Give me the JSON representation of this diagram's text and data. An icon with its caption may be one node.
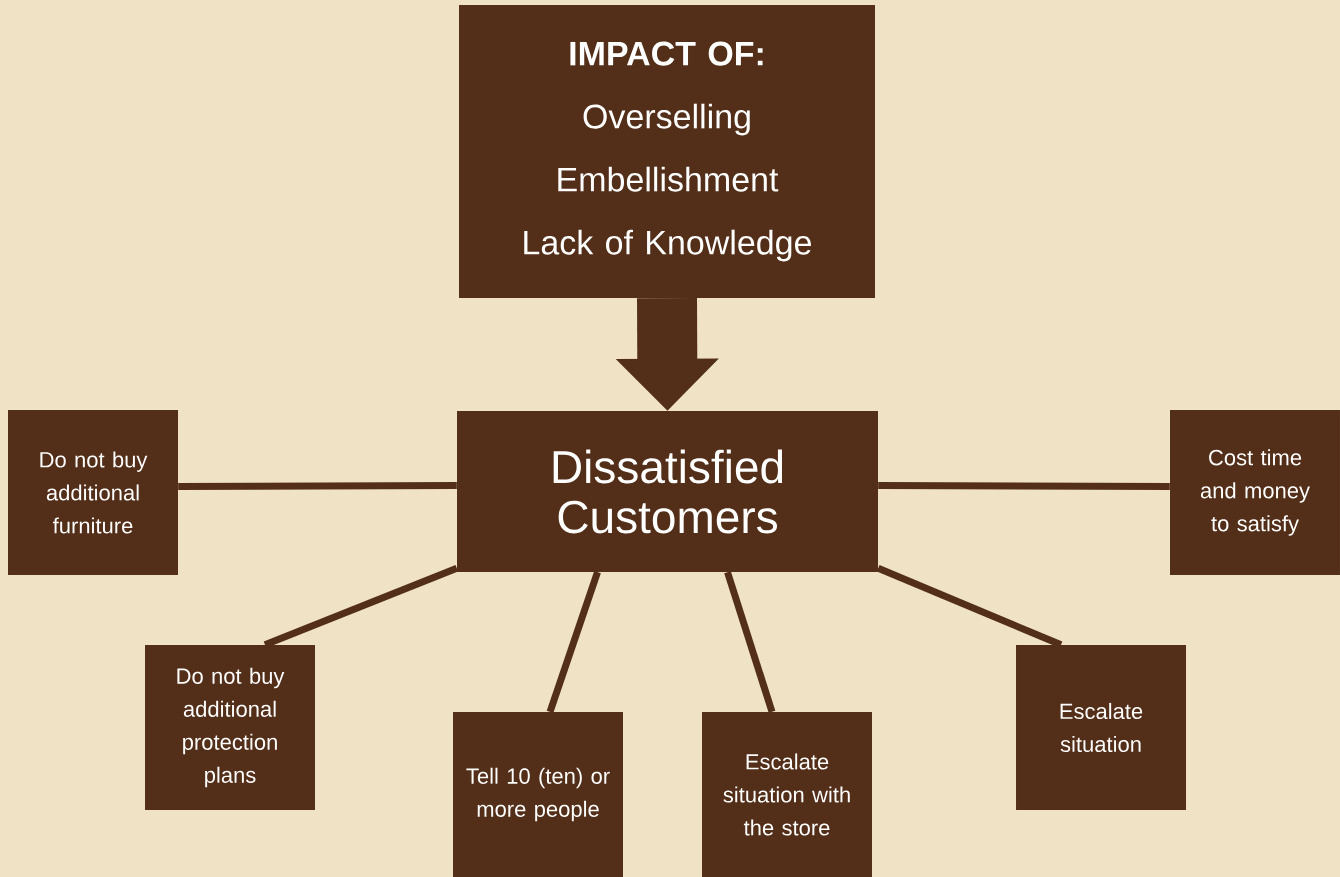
{
  "diagram": {
    "nodes": [
      {
        "text": [
          "IMPACT OF:",
          "Overselling",
          "Embellishment",
          "Lack of Knowledge"
        ]
      },
      {
        "text": [
          "Dissatisfied Customers"
        ]
      },
      {
        "text": [
          "Do not buy additional furniture"
        ]
      },
      {
        "text": [
          "Cost time and money to satisfy"
        ]
      },
      {
        "text": [
          "Do not buy additional protection plans"
        ]
      },
      {
        "text": [
          "Tell 10 (ten) or more people"
        ]
      },
      {
        "text": [
          "Escalate situation with the store"
        ]
      },
      {
        "text": [
          "Escalate situation"
        ]
      }
    ],
    "edges": [
      {
        "from": 0,
        "to": 1,
        "arrow": "to",
        "style": "thick"
      },
      {
        "from": 1,
        "to": 2,
        "arrow": "none"
      },
      {
        "from": 1,
        "to": 3,
        "arrow": "none"
      },
      {
        "from": 1,
        "to": 4,
        "arrow": "none"
      },
      {
        "from": 1,
        "to": 5,
        "arrow": "none"
      },
      {
        "from": 1,
        "to": 6,
        "arrow": "none"
      },
      {
        "from": 1,
        "to": 7,
        "arrow": "none"
      }
    ]
  }
}
